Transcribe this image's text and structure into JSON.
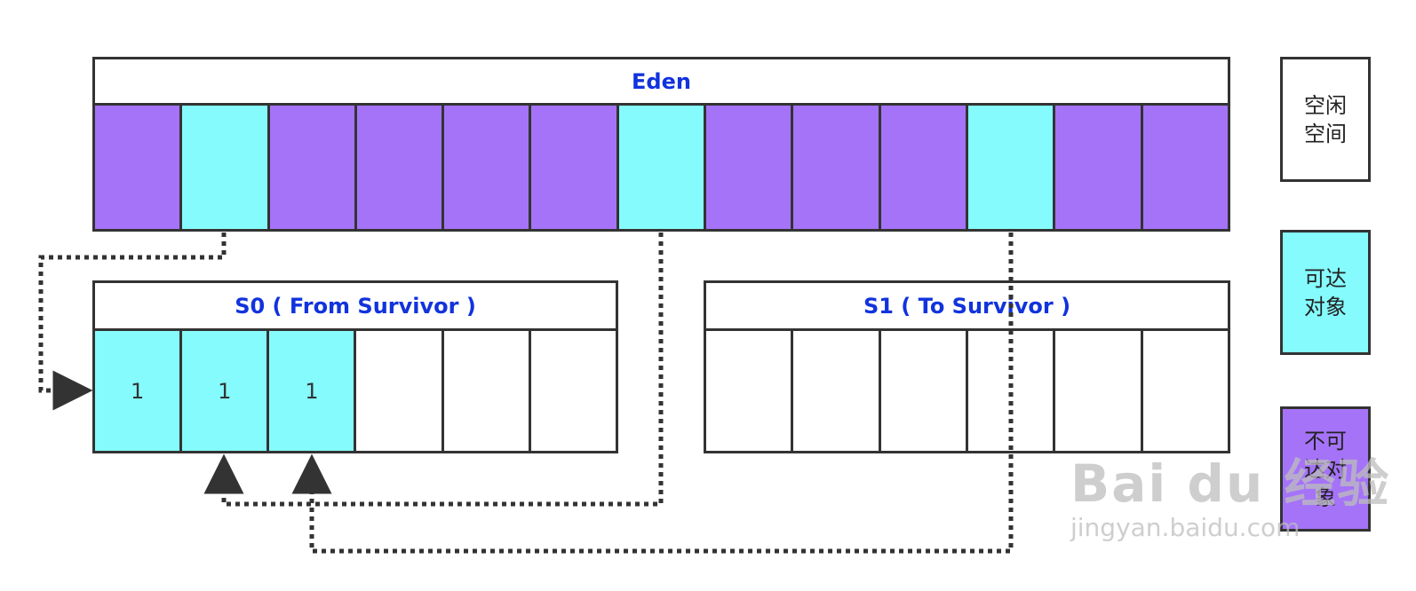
{
  "eden": {
    "title": "Eden",
    "cells": [
      "unreachable",
      "reachable",
      "unreachable",
      "unreachable",
      "unreachable",
      "unreachable",
      "reachable",
      "unreachable",
      "unreachable",
      "unreachable",
      "reachable",
      "unreachable",
      "unreachable"
    ]
  },
  "s0": {
    "title": "S0 ( From Survivor )",
    "cells": [
      {
        "state": "reachable",
        "label": "1"
      },
      {
        "state": "reachable",
        "label": "1"
      },
      {
        "state": "reachable",
        "label": "1"
      },
      {
        "state": "free",
        "label": ""
      },
      {
        "state": "free",
        "label": ""
      },
      {
        "state": "free",
        "label": ""
      }
    ]
  },
  "s1": {
    "title": "S1 ( To Survivor )",
    "cells": [
      {
        "state": "free",
        "label": ""
      },
      {
        "state": "free",
        "label": ""
      },
      {
        "state": "free",
        "label": ""
      },
      {
        "state": "free",
        "label": ""
      },
      {
        "state": "free",
        "label": ""
      },
      {
        "state": "free",
        "label": ""
      }
    ]
  },
  "legend": {
    "free": "空闲空间",
    "reachable": "可达对象",
    "unreachable": "不可达对象"
  },
  "colors": {
    "unreachable": "#a573f8",
    "reachable": "#85fbfd",
    "free": "#ffffff",
    "border": "#333333",
    "title_text": "#1133dd"
  },
  "watermark": {
    "main": "Bai du 经验",
    "sub": "jingyan.baidu.com"
  }
}
